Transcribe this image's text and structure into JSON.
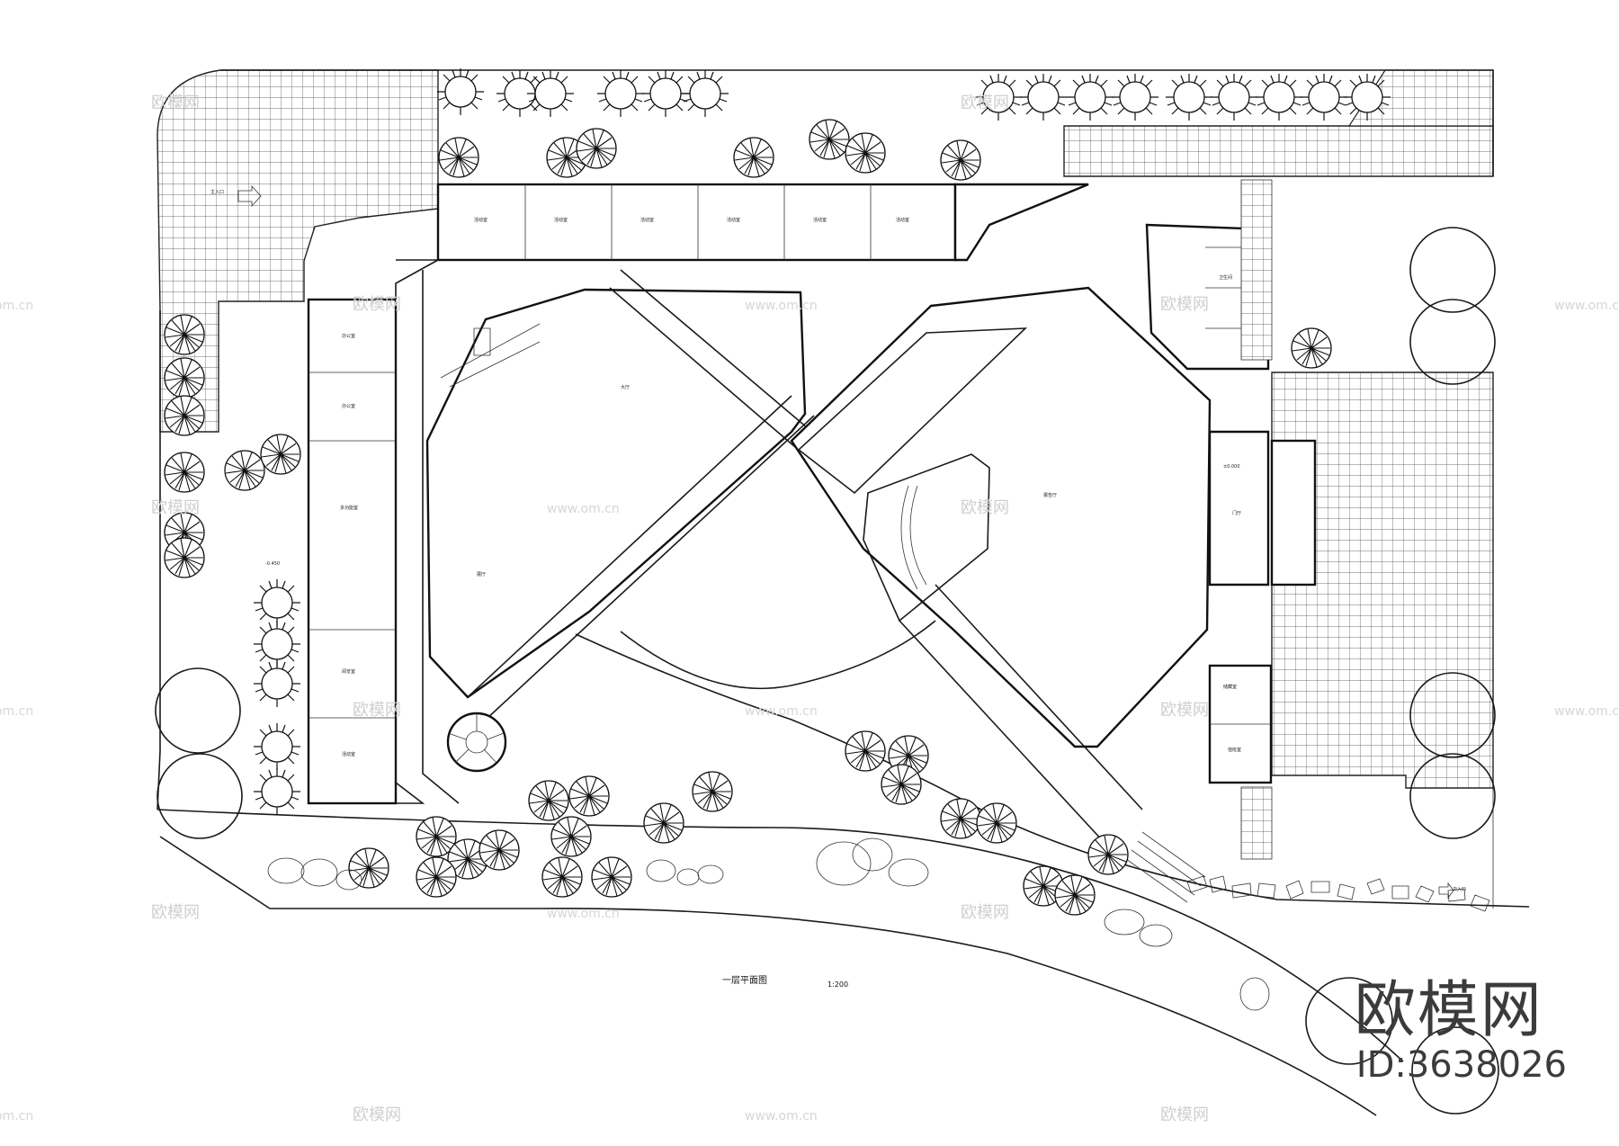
{
  "drawing": {
    "title": "一层平面图",
    "scale": "1:200",
    "entrance_main": "主入口",
    "entrance_secondary": "次入口",
    "level_left": "-0.450",
    "level_right": "±0.000"
  },
  "rooms": [
    "活动室",
    "活动室",
    "活动室",
    "活动室",
    "活动室",
    "活动室",
    "办公室",
    "办公室",
    "多功能室",
    "阅览室",
    "活动室",
    "大厅",
    "展厅",
    "报告厅",
    "门厅",
    "卫生间",
    "储藏室",
    "值班室"
  ],
  "watermarks": {
    "brand": "欧模网",
    "url": "www.om.cn",
    "url_short": "om.cn"
  },
  "brand": {
    "name": "欧模网",
    "id": "ID:3638026"
  }
}
